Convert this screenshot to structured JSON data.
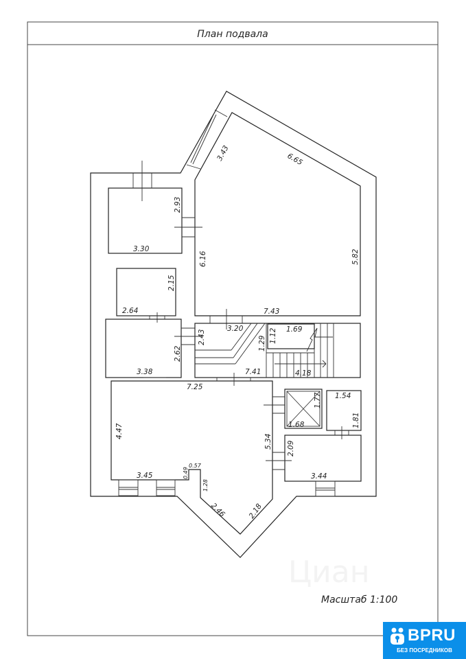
{
  "title": "План подвала",
  "scale": "Масштаб 1:100",
  "watermark": "Циан",
  "logo": {
    "brand": "BPRU",
    "subtitle": "БЕЗ ПОСРЕДНИКОВ",
    "color": "#0b8fe9"
  },
  "dims": {
    "d343": "3.43",
    "d665": "6.65",
    "d293": "2.93",
    "d330": "3.30",
    "d616": "6.16",
    "d582": "5.82",
    "d215": "2.15",
    "d264": "2.64",
    "d743": "7.43",
    "d320": "3.20",
    "d243": "2.43",
    "d262": "2.62",
    "d338": "3.38",
    "d129": "1.29",
    "d112": "1.12",
    "d169": "1.69",
    "d741": "7.41",
    "d418": "4.18",
    "d725": "7.25",
    "d447": "4.47",
    "d534": "5.34",
    "d177": "1.77",
    "d168": "1.68",
    "d154": "1.54",
    "d181": "1.81",
    "d209": "2.09",
    "d344": "3.44",
    "d345": "3.45",
    "d049": "0.49",
    "d057": "0.57",
    "d128": "1.28",
    "d246": "2.46",
    "d218": "2.18"
  }
}
